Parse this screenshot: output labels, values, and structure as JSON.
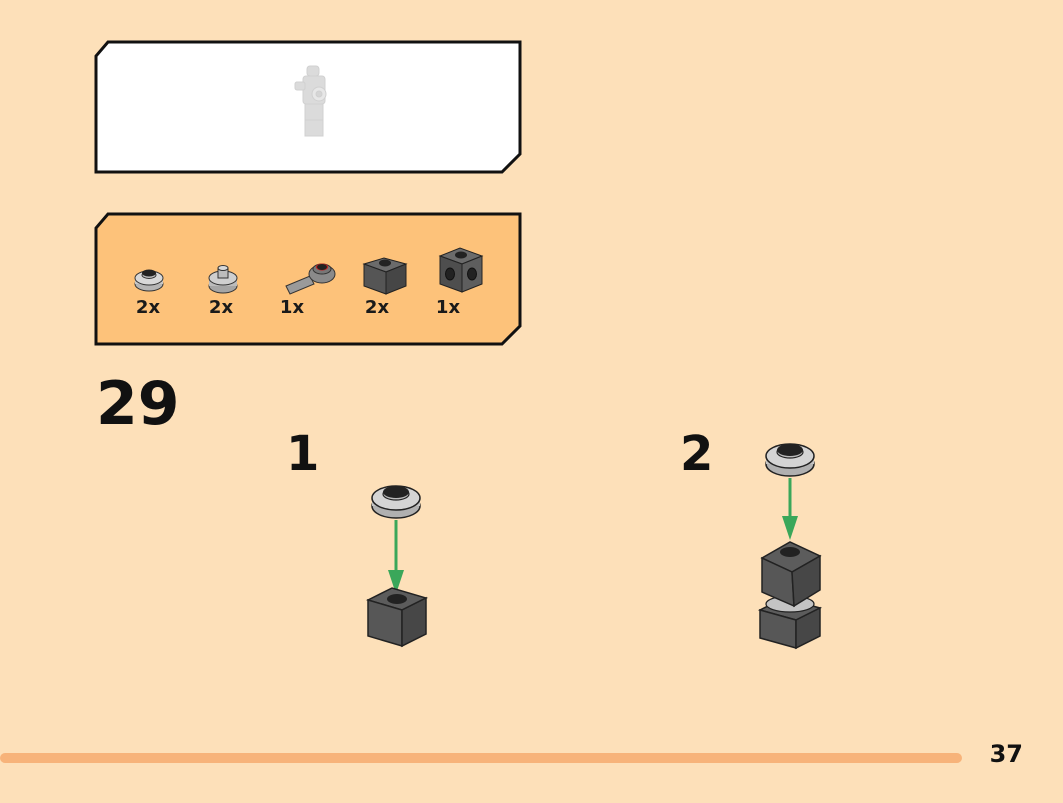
{
  "step": {
    "number": "29",
    "substeps": [
      {
        "label": "1"
      },
      {
        "label": "2"
      }
    ]
  },
  "parts_list": [
    {
      "icon": "round-plate-1x1-light-gray",
      "count": "2x"
    },
    {
      "icon": "round-plate-with-stud-light-gray",
      "count": "2x"
    },
    {
      "icon": "clip-plate-with-bar-gray",
      "count": "1x"
    },
    {
      "icon": "brick-1x1-dark-gray",
      "count": "2x"
    },
    {
      "icon": "brick-1x1-with-side-studs-dark-gray",
      "count": "1x"
    }
  ],
  "page": {
    "number": "37"
  },
  "colors": {
    "background": "#fde0b9",
    "parts_panel": "#fdc27a",
    "progress_bar": "#f7b37a",
    "arrow": "#3aa75a",
    "dark_brick": "#5a5a5a",
    "light_plate": "#c8c8c8"
  }
}
